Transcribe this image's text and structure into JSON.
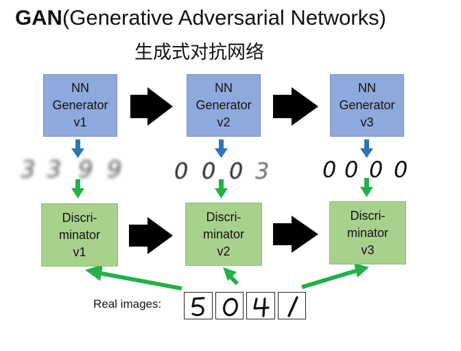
{
  "title": {
    "bold": "GAN",
    "rest": "(Generative Adversarial Networks)"
  },
  "subtitle": "生成式对抗网络",
  "generators": [
    {
      "line1": "NN",
      "line2": "Generator",
      "line3": "v1"
    },
    {
      "line1": "NN",
      "line2": "Generator",
      "line3": "v2"
    },
    {
      "line1": "NN",
      "line2": "Generator",
      "line3": "v3"
    }
  ],
  "discriminators": [
    {
      "line1": "Discri-",
      "line2": "minator",
      "line3": "v1"
    },
    {
      "line1": "Discri-",
      "line2": "minator",
      "line3": "v2"
    },
    {
      "line1": "Discri-",
      "line2": "minator",
      "line3": "v3"
    }
  ],
  "generated_samples": [
    {
      "digits": "3399",
      "blur": "heavy"
    },
    {
      "digits": "0003",
      "blur": "light"
    },
    {
      "digits": "0000",
      "blur": "none"
    }
  ],
  "real_images": {
    "label": "Real images:",
    "digits": [
      "5",
      "0",
      "4",
      "1"
    ]
  },
  "colors": {
    "generator_fill": "#8ea9db",
    "discriminator_fill": "#a9d18e",
    "blue_arrow": "#2e75b6",
    "green_arrow": "#21b14a",
    "big_arrow": "#000000"
  }
}
